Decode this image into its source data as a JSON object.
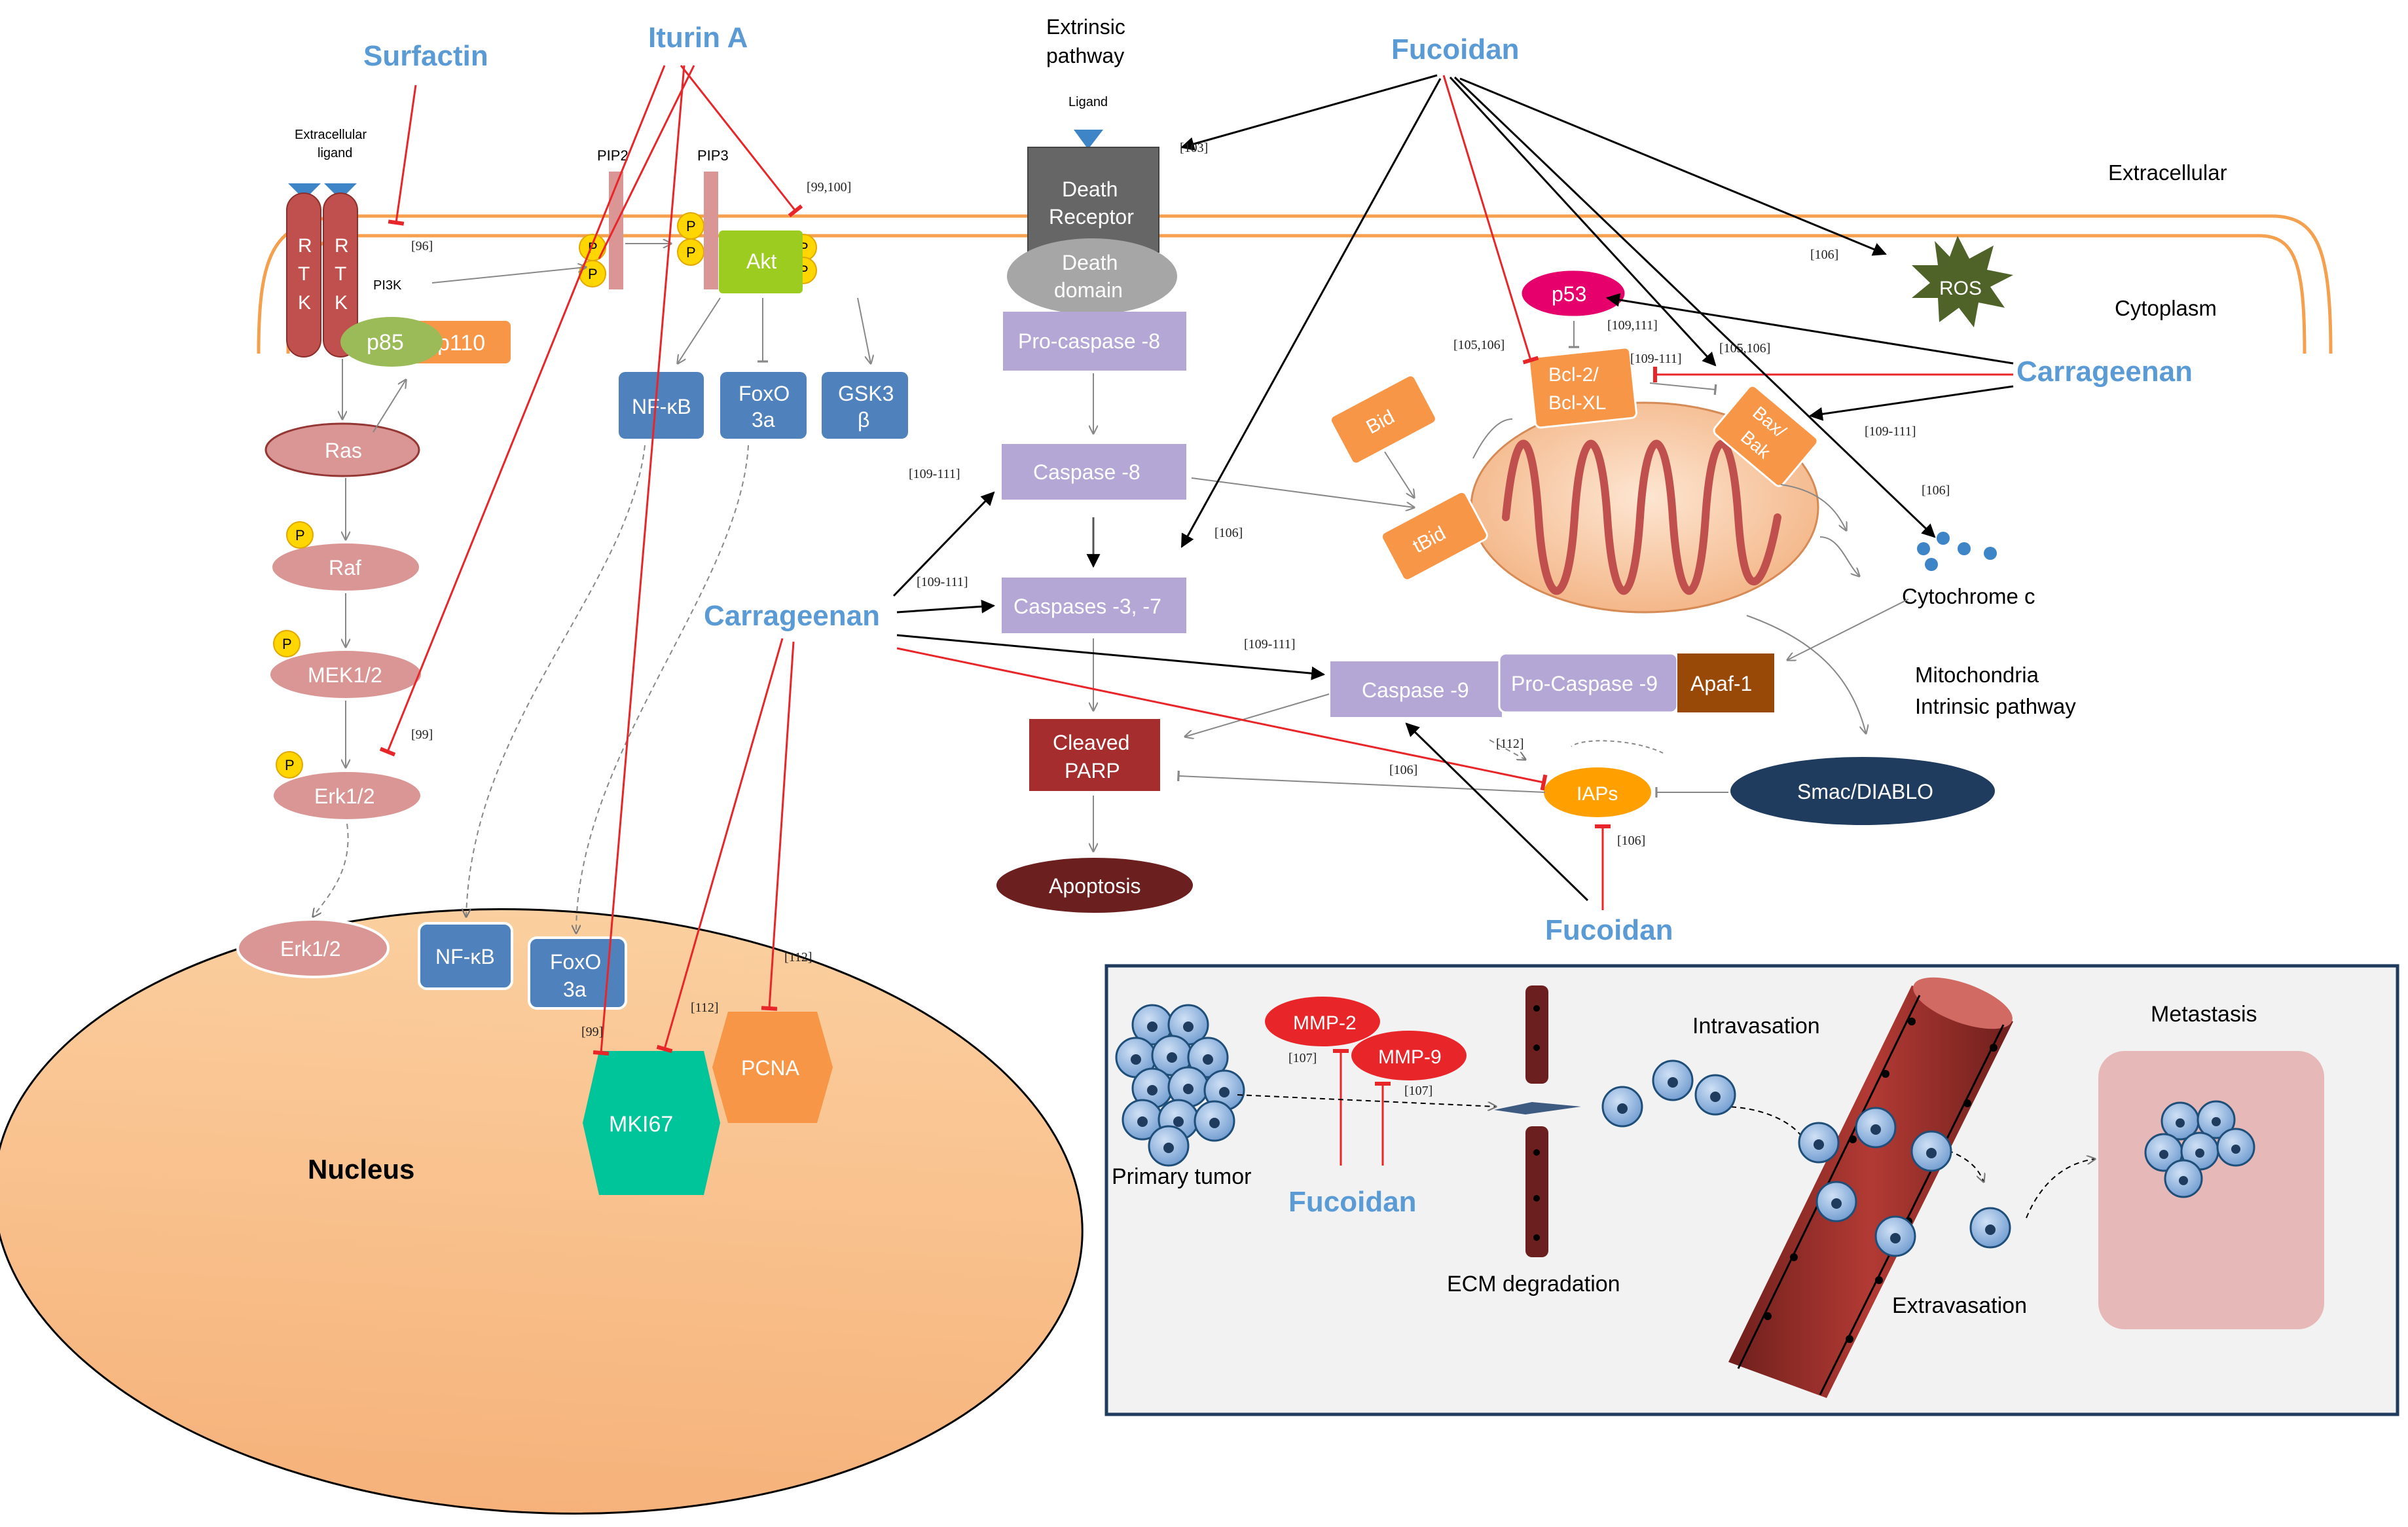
{
  "drugs": {
    "surfactin": "Surfactin",
    "iturin": "Iturin A",
    "fucoidan": "Fucoidan",
    "carrageenan": "Carrageenan"
  },
  "extrinsic": {
    "line1": "Extrinsic",
    "line2": "pathway",
    "ligand": "Ligand"
  },
  "zones": {
    "extracellular": "Extracellular",
    "cytoplasm": "Cytoplasm",
    "nucleus": "Nucleus",
    "mito1": "Mitochondria",
    "mito2": "Intrinsic pathway"
  },
  "rtk": {
    "ligand1": "Extracellular",
    "ligand2": "ligand",
    "letters": [
      "R",
      "T",
      "K"
    ],
    "pi3k": "PI3K",
    "p85": "p85",
    "p110": "p110"
  },
  "pathway": {
    "pip2": "PIP2",
    "pip3": "PIP3",
    "phospho": "P",
    "akt": "Akt",
    "ras": "Ras",
    "raf": "Raf",
    "mek": "MEK1/2",
    "erk": "Erk1/2",
    "nfkb": "NF-κB",
    "foxo1": "FoxO",
    "foxo2": "3a",
    "gsk1": "GSK3",
    "gsk2": "β"
  },
  "nuc": {
    "erk": "Erk1/2",
    "nfkb": "NF-κB",
    "foxo1": "FoxO",
    "foxo2": "3a",
    "mki67": "MKI67",
    "pcna": "PCNA"
  },
  "apoptosis": {
    "dr1": "Death",
    "dr2": "Receptor",
    "dd1": "Death",
    "dd2": "domain",
    "procasp8": "Pro-caspase -8",
    "casp8": "Caspase -8",
    "casp37": "Caspases -3, -7",
    "parp1": "Cleaved",
    "parp2": "PARP",
    "apoptosis": "Apoptosis",
    "casp9": "Caspase -9",
    "procasp9": "Pro-Caspase -9",
    "apaf": "Apaf-1",
    "iaps": "IAPs",
    "smac": "Smac/DIABLO",
    "cytc": "Cytochrome c",
    "ros": "ROS",
    "p53": "p53",
    "bcl1": "Bcl-2/",
    "bcl2": "Bcl-XL",
    "bax1": "Bax/",
    "bax2": "Bak",
    "bid": "Bid",
    "tbid": "tBid"
  },
  "refs": {
    "r96": "[96]",
    "r99100": "[99,100]",
    "r99a": "[99]",
    "r99b": "[99]",
    "r103": "[103]",
    "r106a": "[106]",
    "r106b": "[106]",
    "r106c": "[106]",
    "r106d": "[106]",
    "r106e": "[106]",
    "r105106a": "[105,106]",
    "r105106b": "[105,106]",
    "r109111a": "[109,111]",
    "r109111b": "[109-111]",
    "r109111c": "[109-111]",
    "r109111d": "[109-111]",
    "r109111e": "[109-111]",
    "r109111f": "[109-111]",
    "r112a": "[112]",
    "r112b": "[112]",
    "r112c": "[112]",
    "r107a": "[107]",
    "r107b": "[107]"
  },
  "meta": {
    "mmp2": "MMP-2",
    "mmp9": "MMP-9",
    "primary": "Primary tumor",
    "ecm": "ECM degradation",
    "intra": "Intravasation",
    "extra": "Extravasation",
    "metastasis": "Metastasis"
  },
  "colors": {
    "drug": "#5b9bd5",
    "inhibit": "#e8262a",
    "caspase": "#b4a7d6",
    "blue_box": "#4f81bd",
    "orange_box": "#f79646",
    "nucleus": "#f9c08d",
    "membrane": "#f4a04f",
    "pink": "#d99694",
    "dark_red": "#943634"
  }
}
